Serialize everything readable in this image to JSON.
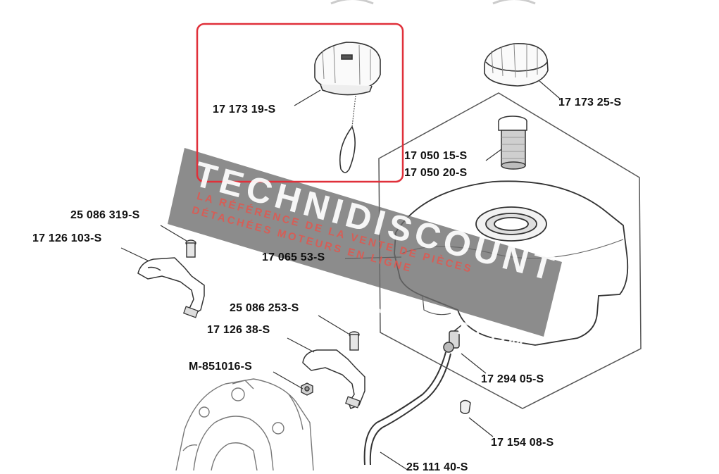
{
  "labels": {
    "cap_highlighted": "17 173 19-S",
    "cap_plain": "17 173 25-S",
    "strainer_a": "17 050 15-S",
    "strainer_b": "17 050 20-S",
    "screw_a": "25 086 319-S",
    "bracket_a": "17 126 103-S",
    "tank": "17 065 53-S",
    "screw_b": "25 086 253-S",
    "bracket_b": "17 126 38-S",
    "nut": "M-851016-S",
    "valve": "17 294 05-S",
    "clamp": "17 154 08-S",
    "hose": "25 111 40-S"
  },
  "watermark": {
    "brand": "TECHNIDISCOUNT",
    "tagline_1": "LA RÉFÉRENCE DE LA VENTE DE PIÈCES",
    "tagline_2": "DÉTACHÉES MOTEURS EN LIGNE",
    "url": "WWW.TECHNIDISCOUNT.COM"
  },
  "colors": {
    "highlight_box": "#e0303a",
    "line_art": "#444444",
    "watermark_band": "#6b6b6b",
    "watermark_accent": "#e2564e"
  }
}
